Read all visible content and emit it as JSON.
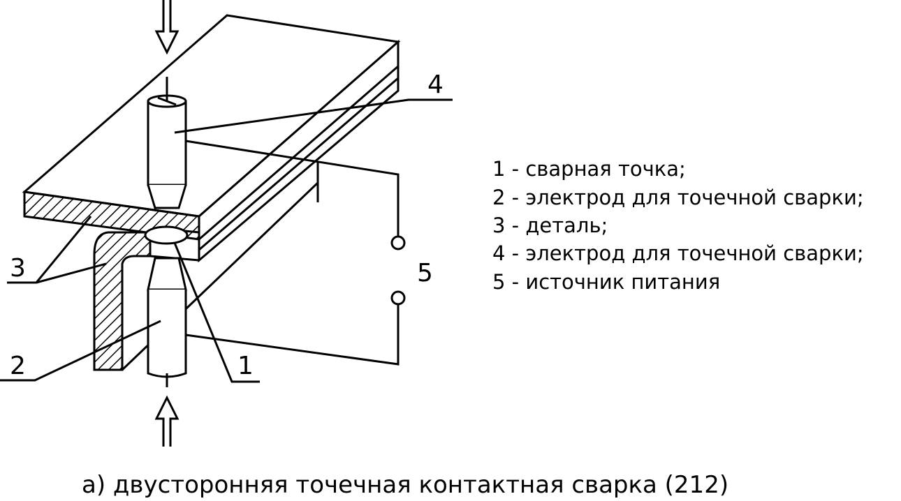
{
  "diagram": {
    "callouts": {
      "n1": "1",
      "n2": "2",
      "n3": "3",
      "n4": "4",
      "n5": "5"
    },
    "legend": [
      "1 - сварная точка;",
      "2 - электрод для точечной сварки;",
      "3 - деталь;",
      "4 - электрод для точечной сварки;",
      "5 - источник питания"
    ],
    "caption": "а) двусторонняя точечная контактная сварка (212)"
  }
}
